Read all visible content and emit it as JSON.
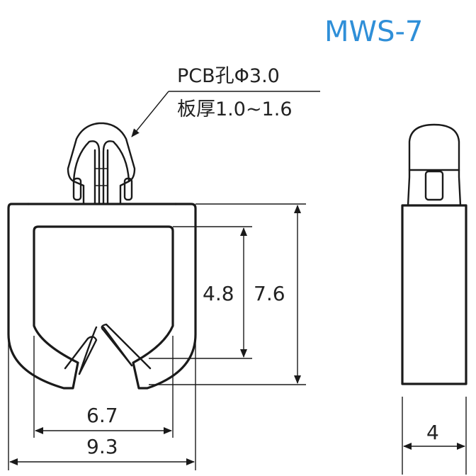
{
  "title": "MWS-7",
  "callout": {
    "line1": "PCB孔Φ3.0",
    "line2": "板厚1.0~1.6"
  },
  "dimensions": {
    "inner_width": "6.7",
    "outer_width": "9.3",
    "inner_height": "4.8",
    "outer_height": "7.6",
    "side_thickness": "4"
  }
}
